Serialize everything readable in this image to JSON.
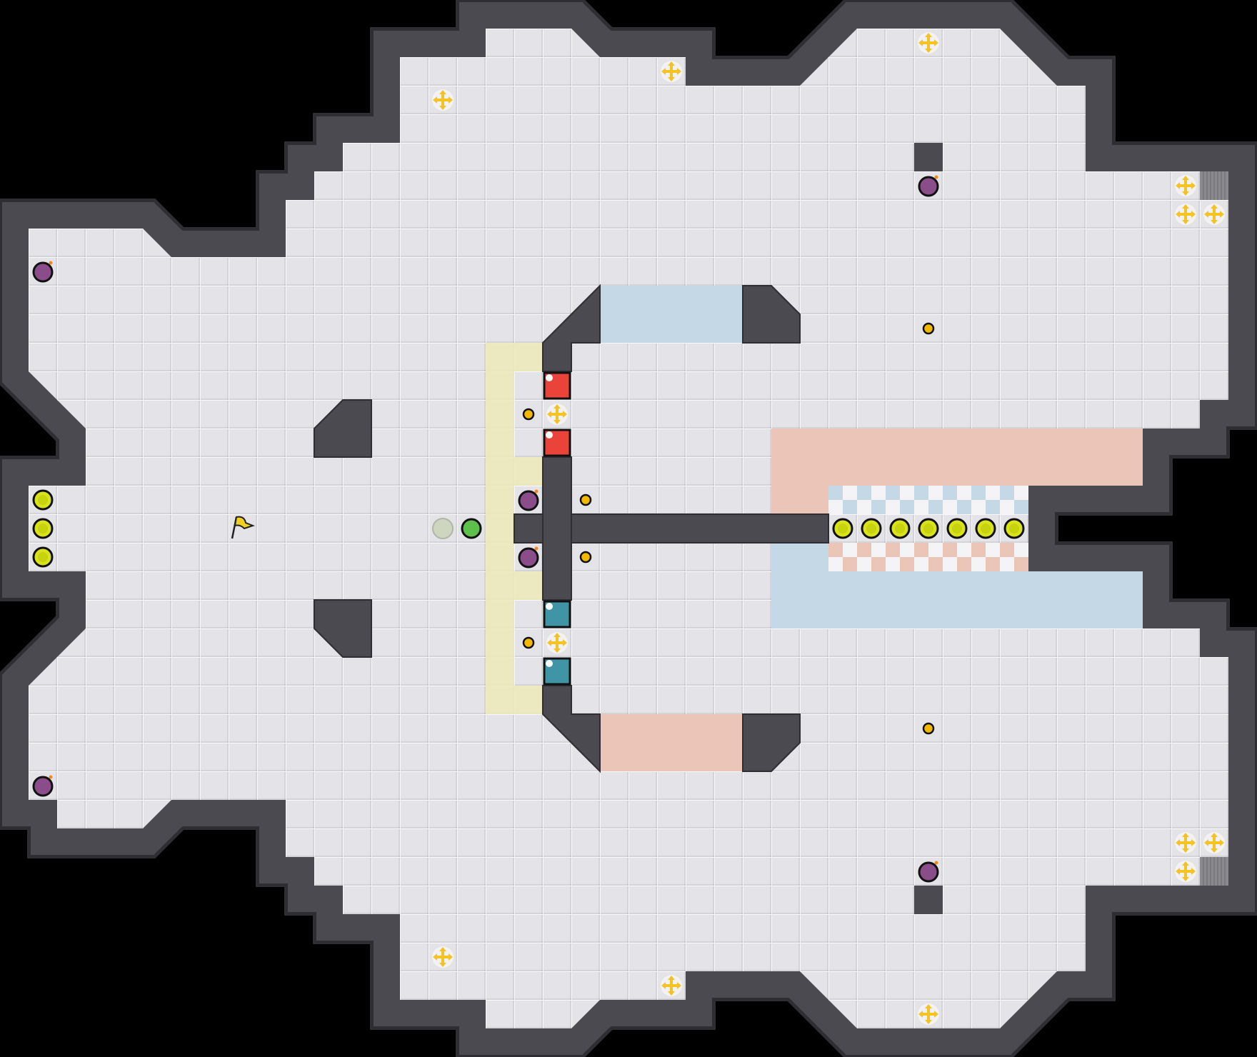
{
  "colors": {
    "floor": "#e4e4e8",
    "wall": "#4a4a50",
    "wall_edge": "#2e2e33",
    "yellow_zone": "#ece9bb",
    "blue_zone": "#c4d8e6",
    "red_zone": "#ebc6b8",
    "red_tile": "#e9433a",
    "blue_tile": "#3f94a6",
    "boost": "#f5c323",
    "button": "#f2b705",
    "bomb": "#8a4d8a",
    "ball": "#d9e21a",
    "flag": "#f0d020",
    "grate": "#8a8a8e"
  },
  "entities": [
    "flag",
    "bomb",
    "boost",
    "button",
    "ball",
    "gate",
    "portal",
    "spike"
  ]
}
